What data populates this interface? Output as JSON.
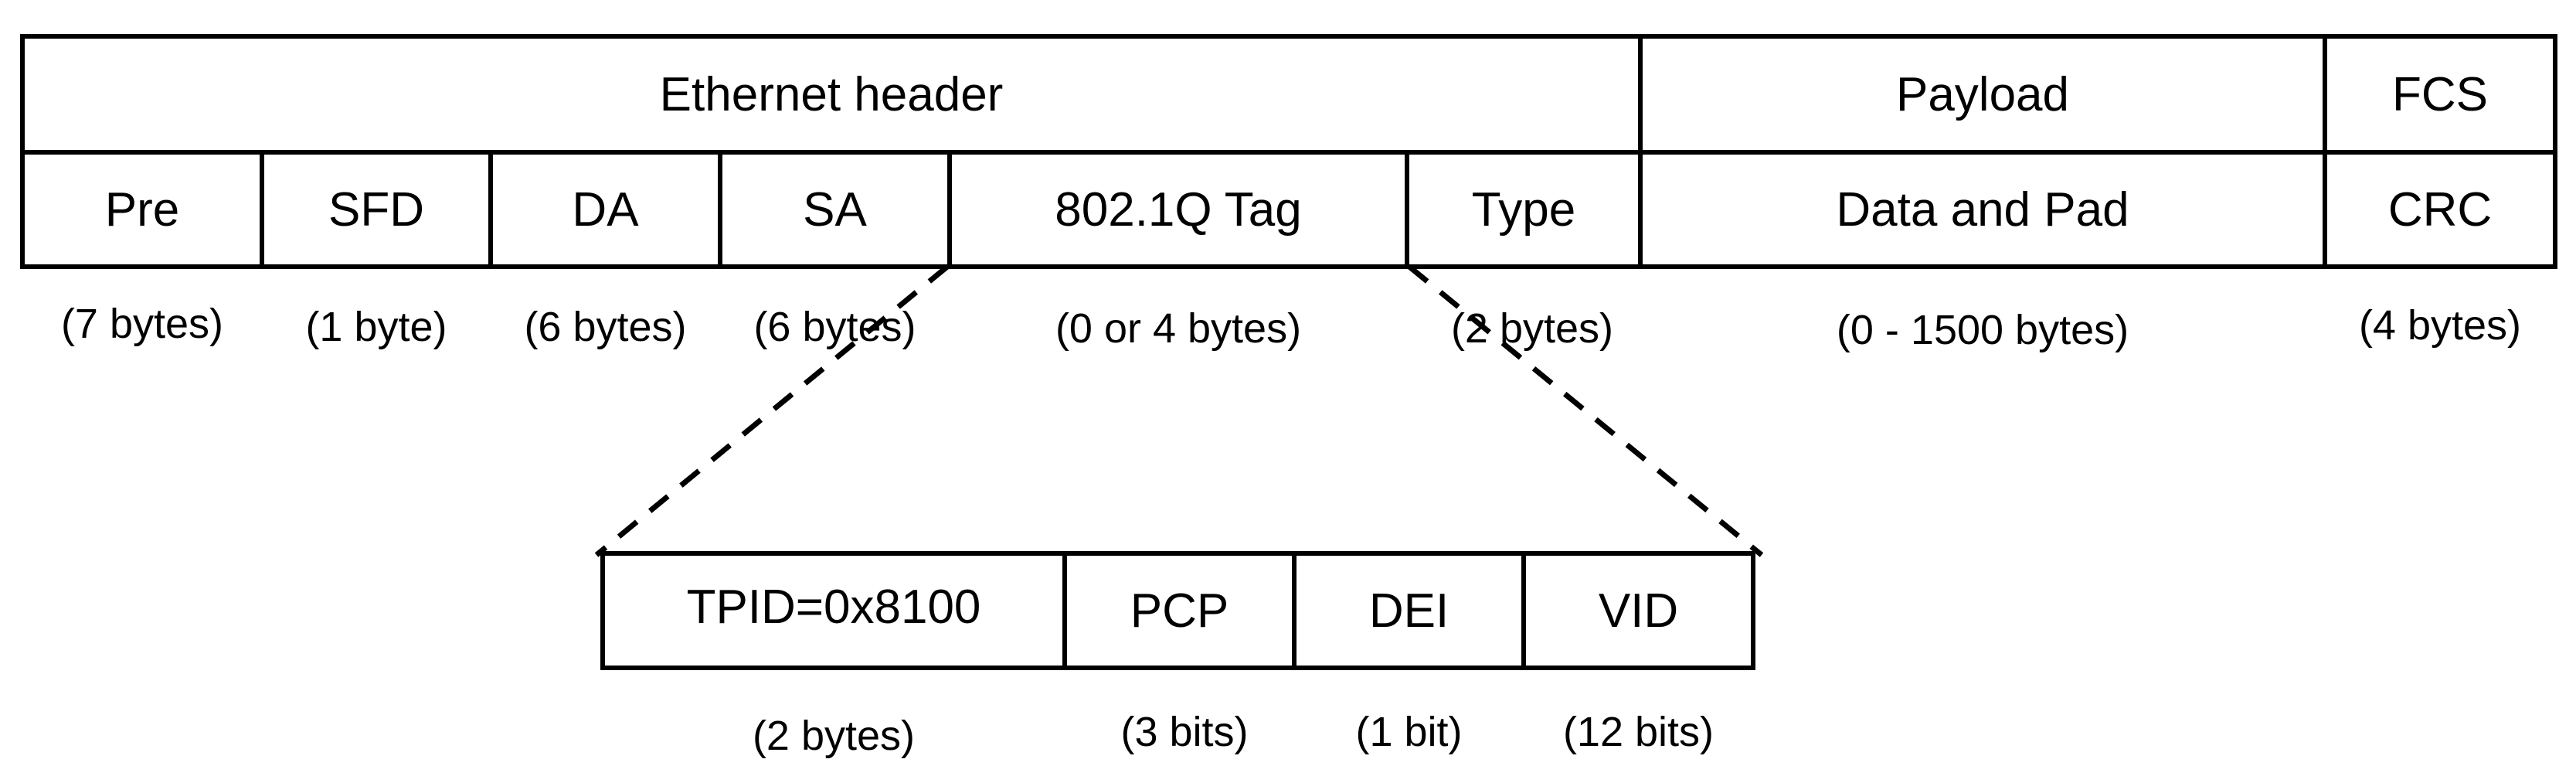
{
  "header_row": {
    "ethernet_header": "Ethernet header",
    "payload": "Payload",
    "fcs": "FCS"
  },
  "fields": [
    {
      "label": "Pre",
      "size": "(7 bytes)"
    },
    {
      "label": "SFD",
      "size": "(1 byte)"
    },
    {
      "label": "DA",
      "size": "(6 bytes)"
    },
    {
      "label": "SA",
      "size": "(6 bytes)"
    },
    {
      "label": "802.1Q Tag",
      "size": "(0 or 4 bytes)"
    },
    {
      "label": "Type",
      "size": "(2 bytes)"
    },
    {
      "label": "Data and Pad",
      "size": "(0 - 1500 bytes)"
    },
    {
      "label": "CRC",
      "size": "(4 bytes)"
    }
  ],
  "tag_fields": [
    {
      "label": "TPID=0x8100",
      "size": "(2 bytes)"
    },
    {
      "label": "PCP",
      "size": "(3 bits)"
    },
    {
      "label": "DEI",
      "size": "(1 bit)"
    },
    {
      "label": "VID",
      "size": "(12 bits)"
    }
  ]
}
